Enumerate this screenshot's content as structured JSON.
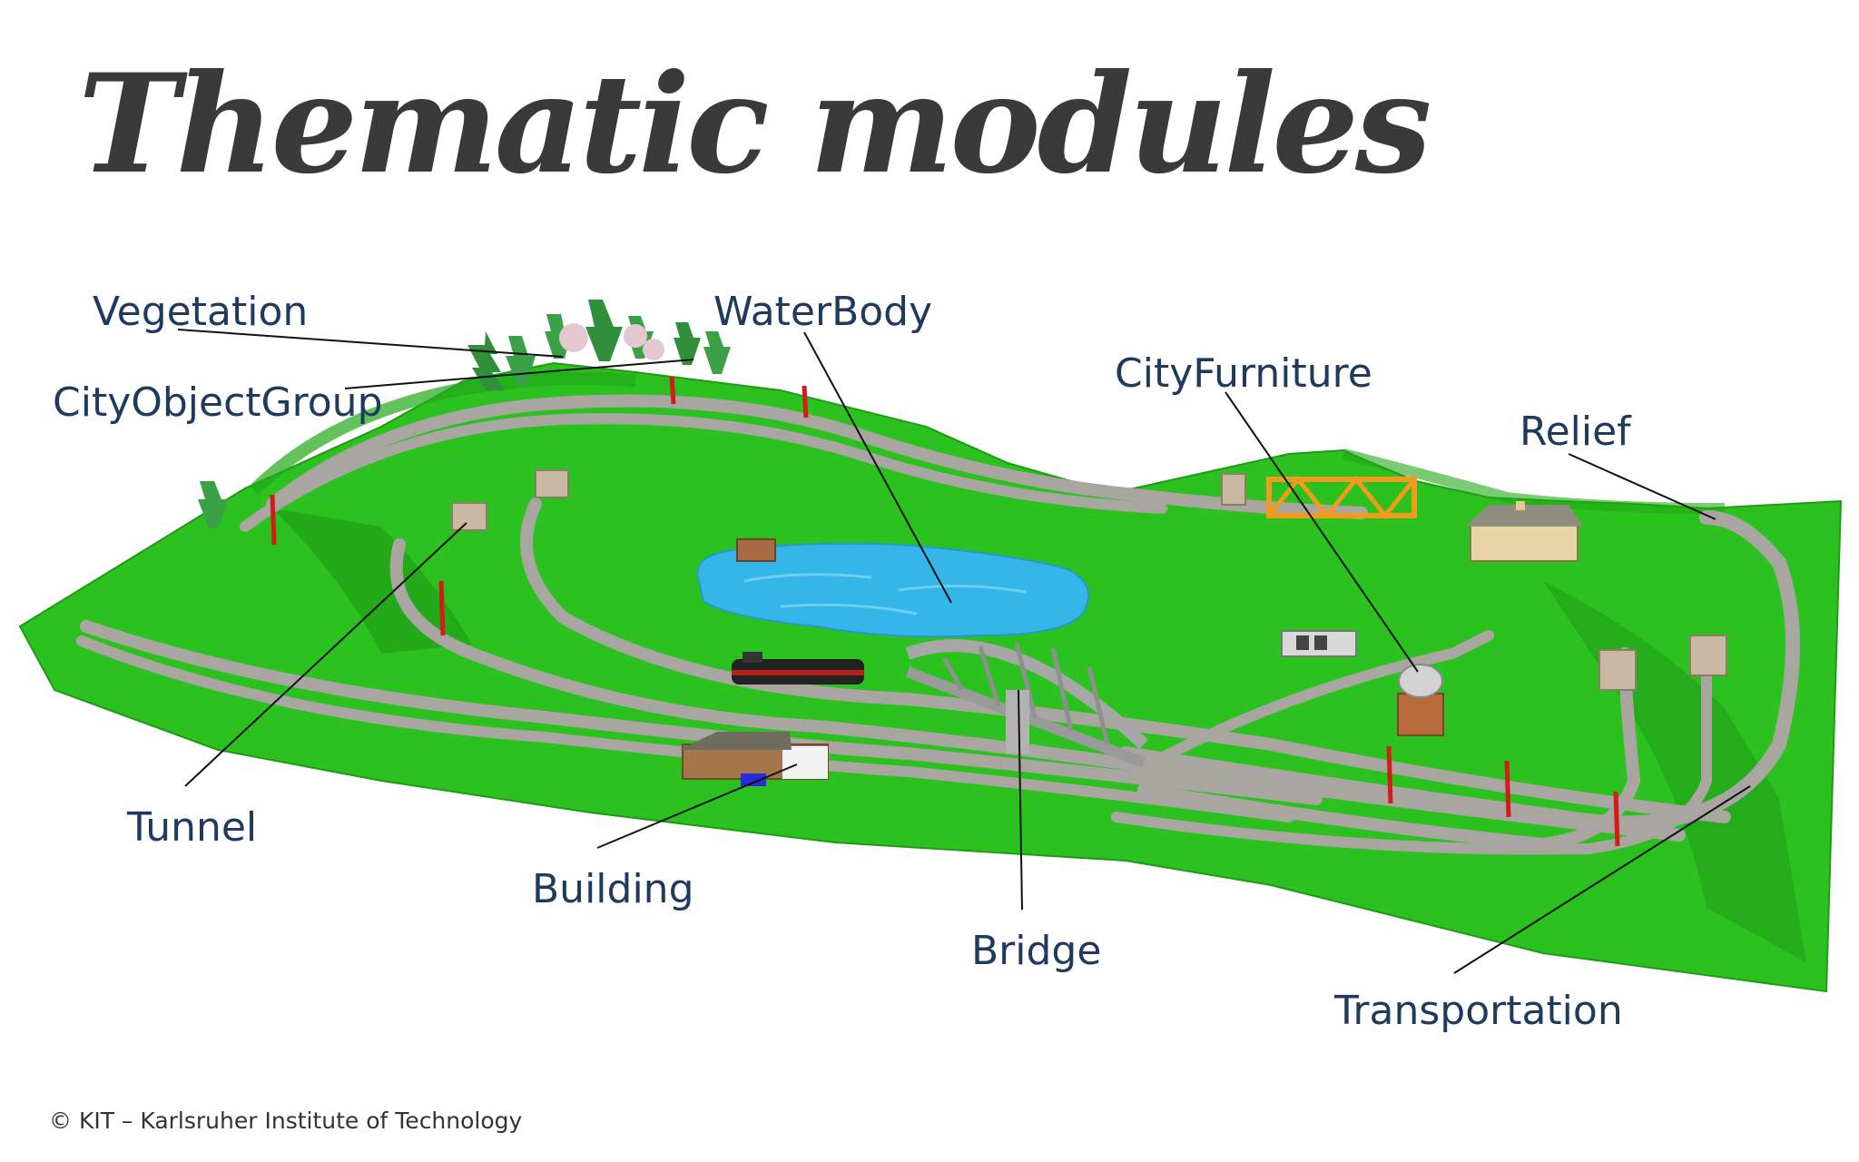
{
  "title": "Thematic modules",
  "labels": {
    "vegetation": "Vegetation",
    "city_object_group": "CityObjectGroup",
    "water_body": "WaterBody",
    "city_furniture": "CityFurniture",
    "relief": "Relief",
    "tunnel": "Tunnel",
    "building": "Building",
    "bridge": "Bridge",
    "transportation": "Transportation"
  },
  "footer": "© KIT – Karlsruher Institute of Technology",
  "colors": {
    "title": "#3a3a3a",
    "label": "#1f3a5f",
    "terrain": "#2bc21f",
    "terrain_dark": "#1f9a16",
    "water": "#35b6e8",
    "track": "#a9a6a2",
    "leader_line": "#111111"
  }
}
